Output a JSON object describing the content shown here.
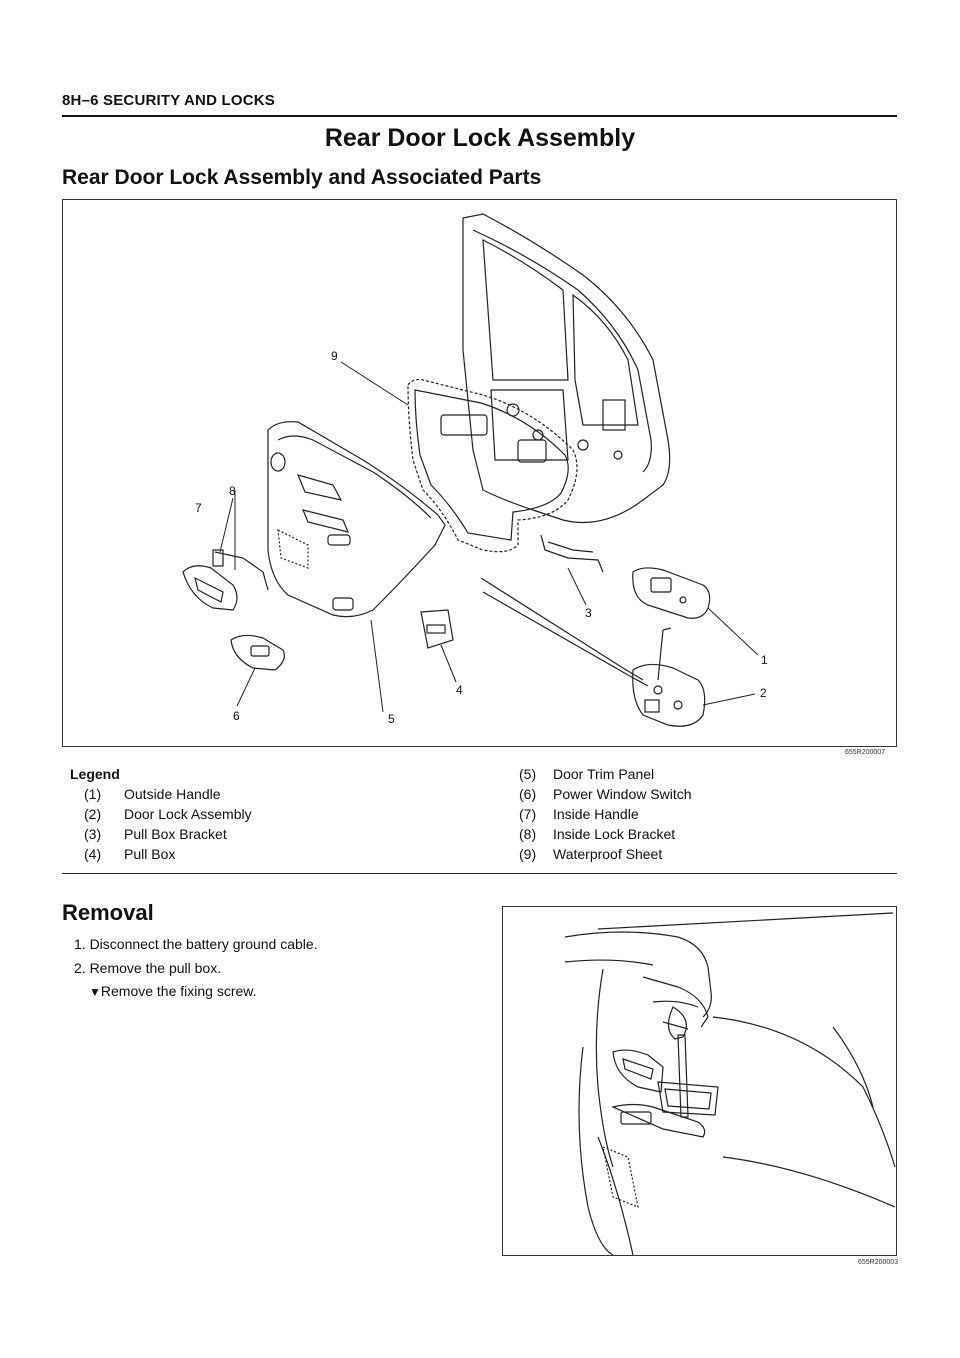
{
  "header": {
    "section": "8H–6   SECURITY AND LOCKS"
  },
  "title": "Rear Door Lock Assembly",
  "subtitle": "Rear Door Lock Assembly and Associated Parts",
  "figure1": {
    "code": "655R200007",
    "callouts": [
      "1",
      "2",
      "3",
      "4",
      "5",
      "6",
      "7",
      "8",
      "9"
    ]
  },
  "legend": {
    "heading": "Legend",
    "left_items": [
      {
        "num": "(1)",
        "text": "Outside Handle"
      },
      {
        "num": "(2)",
        "text": "Door Lock Assembly"
      },
      {
        "num": "(3)",
        "text": "Pull Box Bracket"
      },
      {
        "num": "(4)",
        "text": "Pull Box"
      }
    ],
    "right_items": [
      {
        "num": "(5)",
        "text": "Door Trim Panel"
      },
      {
        "num": "(6)",
        "text": "Power Window Switch"
      },
      {
        "num": "(7)",
        "text": "Inside Handle"
      },
      {
        "num": "(8)",
        "text": "Inside Lock Bracket"
      },
      {
        "num": "(9)",
        "text": "Waterproof Sheet"
      }
    ]
  },
  "removal": {
    "title": "Removal",
    "steps": [
      "1. Disconnect the battery ground cable.",
      "2. Remove the pull box."
    ],
    "sub_step_marker": "▼",
    "sub_step": "Remove the fixing screw."
  },
  "figure2": {
    "code": "655R200003"
  }
}
